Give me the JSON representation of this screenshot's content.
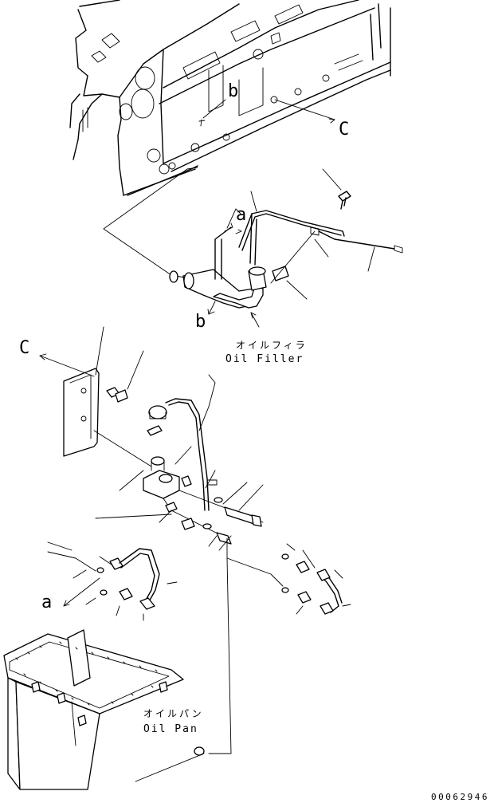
{
  "callouts": {
    "a_top": "a",
    "b_top": "b",
    "c_top": "C",
    "b_filler": "b",
    "c_bracket": "C",
    "a_bottom": "a"
  },
  "oil_filler": {
    "label_jp": "オイルフィラ",
    "label_en": "Oil Filler"
  },
  "oil_pan": {
    "label_jp": "オイルパン",
    "label_en": "Oil Pan"
  },
  "drawing_number": "00062946"
}
